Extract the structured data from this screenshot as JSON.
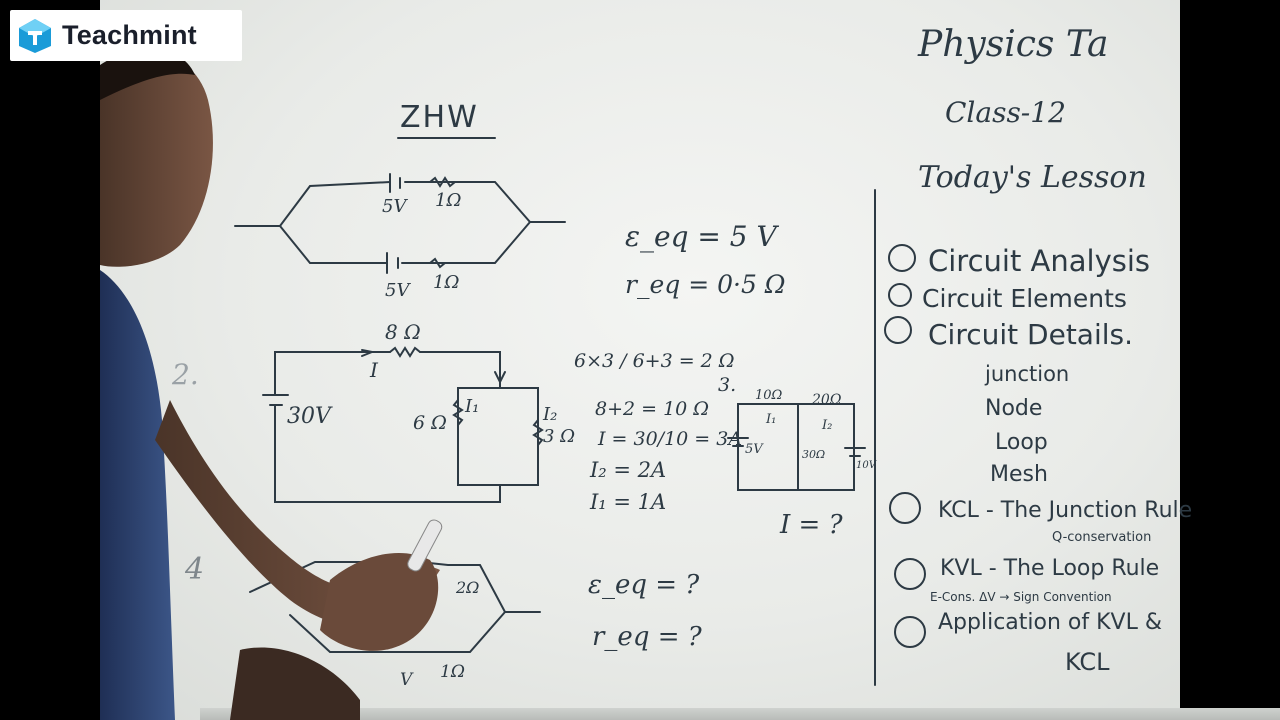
{
  "logo": {
    "text": "Teachmint",
    "icon": "teachmint-logo-icon",
    "color": "#1a9bd8"
  },
  "board": {
    "title_right": "Physics Ta",
    "class_label": "Class-12",
    "lesson_heading": "Today's Lesson",
    "topics": [
      "Circuit Analysis",
      "Circuit Elements",
      "Circuit Details."
    ],
    "subtopics": [
      "junction",
      "Node",
      "Loop",
      "Mesh"
    ],
    "rules": [
      {
        "title": "KCL - The Junction Rule",
        "note": "Q-conservation"
      },
      {
        "title": "KVL - The Loop Rule",
        "note": "E-Cons. ΔV → Sign Convention"
      },
      {
        "title": "Application of KVL &",
        "note": "KCL"
      }
    ],
    "hw_label": "ZHW",
    "problem1": {
      "cell_top": "5V",
      "r_top": "1Ω",
      "cell_bottom": "5V",
      "r_bottom": "1Ω",
      "eeq": "ε_eq = 5 V",
      "req": "r_eq = 0·5 Ω"
    },
    "problem2": {
      "number": "2.",
      "resistor_top": "8 Ω",
      "current": "I",
      "source": "30V",
      "r_left": "6 Ω",
      "r_right": "3 Ω",
      "i1": "I₁",
      "i2": "I₂",
      "work": [
        "6×3 / 6+3 = 2 Ω",
        "8+2 = 10 Ω",
        "I = 30/10 = 3A",
        "I₂ = 2A",
        "I₁ = 1A"
      ]
    },
    "problem3": {
      "number": "3.",
      "r1": "10Ω",
      "r2": "20Ω",
      "r3": "30Ω",
      "source": "5V",
      "source2": "10V",
      "i1": "I₁",
      "i2": "I₂",
      "question": "I = ?"
    },
    "problem4": {
      "number": "4",
      "r_top": "2Ω",
      "r_bottom": "1Ω",
      "cell_bottom": "V",
      "eeq": "ε_eq = ?",
      "req": "r_eq = ?"
    }
  }
}
